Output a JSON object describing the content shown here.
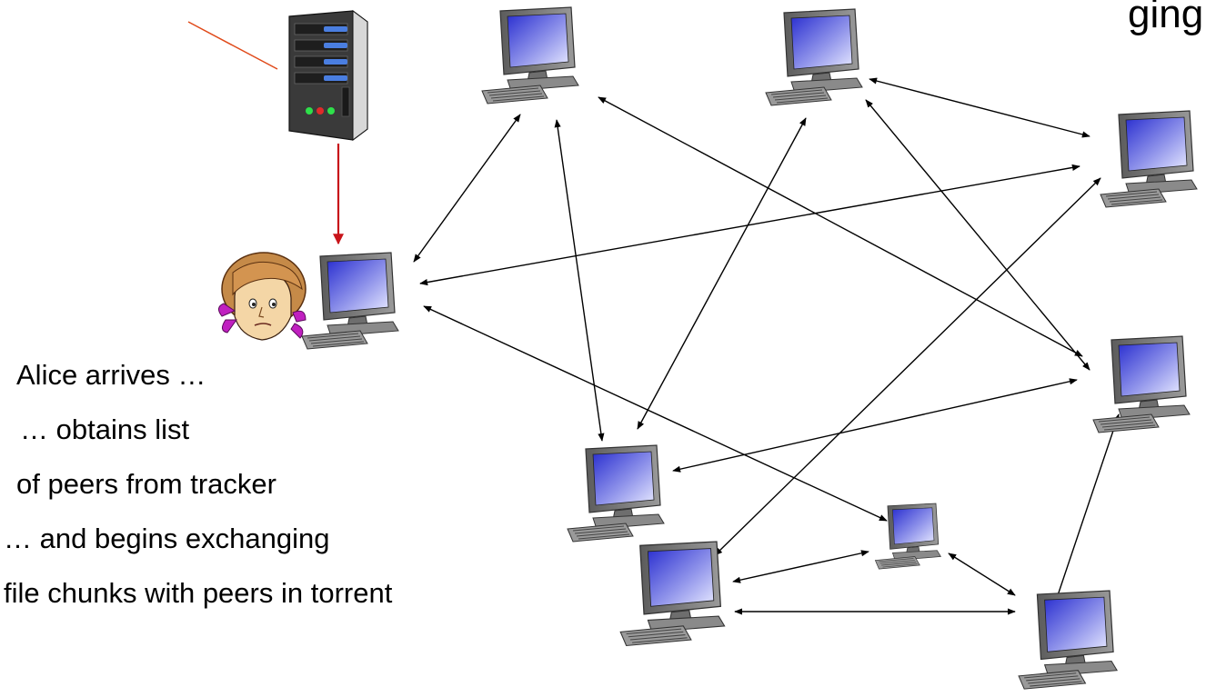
{
  "header": {
    "clipped_text": "ging"
  },
  "caption": {
    "lines": [
      "Alice arrives  …",
      "… obtains list",
      "of peers from tracker",
      "… and begins exchanging",
      "file chunks with peers in torrent"
    ]
  },
  "colors": {
    "tracker_link": "#e04a1a",
    "tracker_arrow": "#c8141a",
    "peer_arrow": "#000000",
    "screen": "#3b3fd6",
    "monitor_body": "#7a7a7a",
    "server_body": "#3a3a3a",
    "server_led_green": "#2ee04a",
    "server_led_red": "#e02a2a"
  },
  "icons": {
    "tracker": "server-icon",
    "peer": "desktop-computer-icon",
    "alice": "alice-avatar"
  }
}
